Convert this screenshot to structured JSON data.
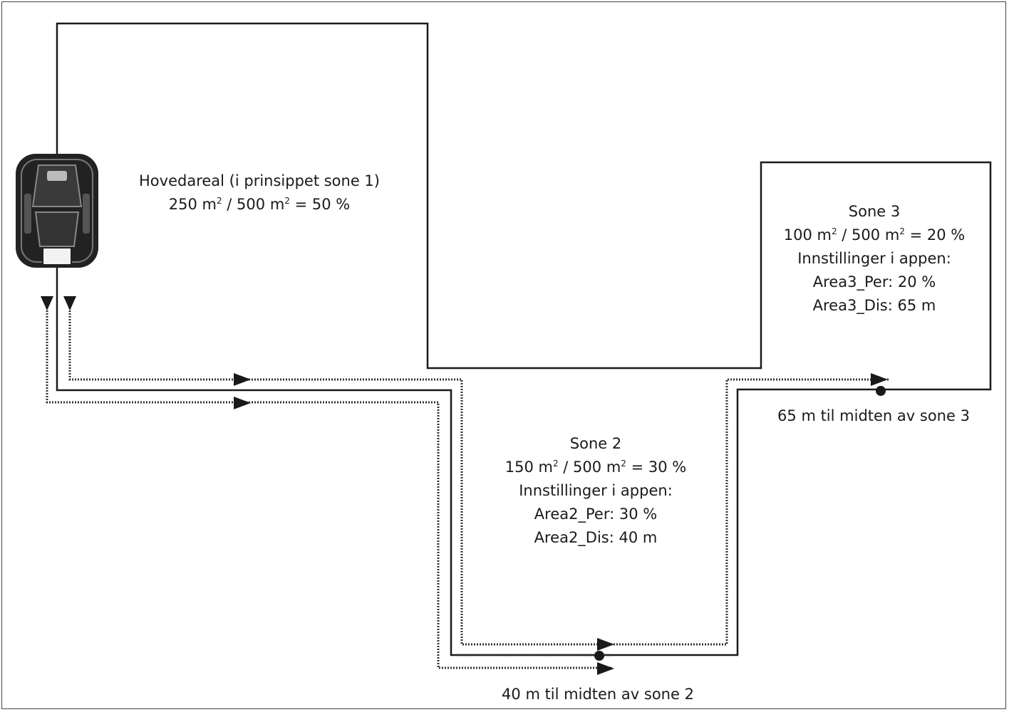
{
  "main_area": {
    "title": "Hovedareal (i prinsippet sone 1)",
    "ratio": "250 m² / 500 m² = 50 %"
  },
  "zone3": {
    "title": "Sone 3",
    "ratio": "100 m² / 500 m² = 20 %",
    "settings_heading": "Innstillinger i appen:",
    "percent_setting": "Area3_Per: 20 %",
    "distance_setting": "Area3_Dis: 65 m",
    "distance_label": "65 m til midten av sone 3"
  },
  "zone2": {
    "title": "Sone 2",
    "ratio": "150 m² / 500 m² = 30 %",
    "settings_heading": "Innstillinger i appen:",
    "percent_setting": "Area2_Per: 30 %",
    "distance_setting": "Area2_Dis: 40 m",
    "distance_label": "40 m til midten av sone 2"
  },
  "colors": {
    "boundary_wire": "#1a1a1a",
    "guide_path": "#333333"
  },
  "icons": [
    "robot-mower-icon",
    "direction-arrow-icon",
    "zone-center-dot-icon"
  ]
}
